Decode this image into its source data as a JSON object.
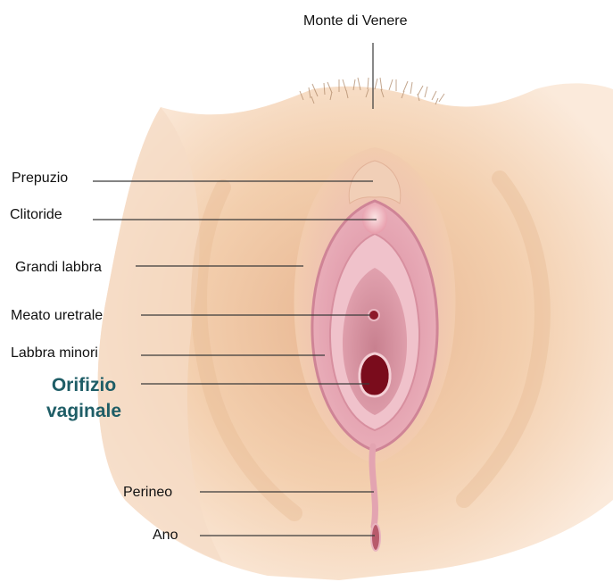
{
  "labels": {
    "mons": "Monte di Venere",
    "prepuce": "Prepuzio",
    "clitoris": "Clitoride",
    "labia_majora": "Grandi labbra",
    "urethral_meatus": "Meato uretrale",
    "labia_minora": "Labbra minori",
    "vaginal_orifice_line1": "Orifizio",
    "vaginal_orifice_line2": "vaginale",
    "perineum": "Perineo",
    "anus": "Ano"
  },
  "colors": {
    "label_text": "#111111",
    "highlight_label": "#1e5d66",
    "leader_line": "#3a3a3a",
    "skin": "#f6d6b8",
    "skin_shadow": "#e9bf98",
    "mucosa": "#e8a8b4",
    "mucosa_dark": "#c97a8e",
    "orifice": "#7a0c1c"
  }
}
